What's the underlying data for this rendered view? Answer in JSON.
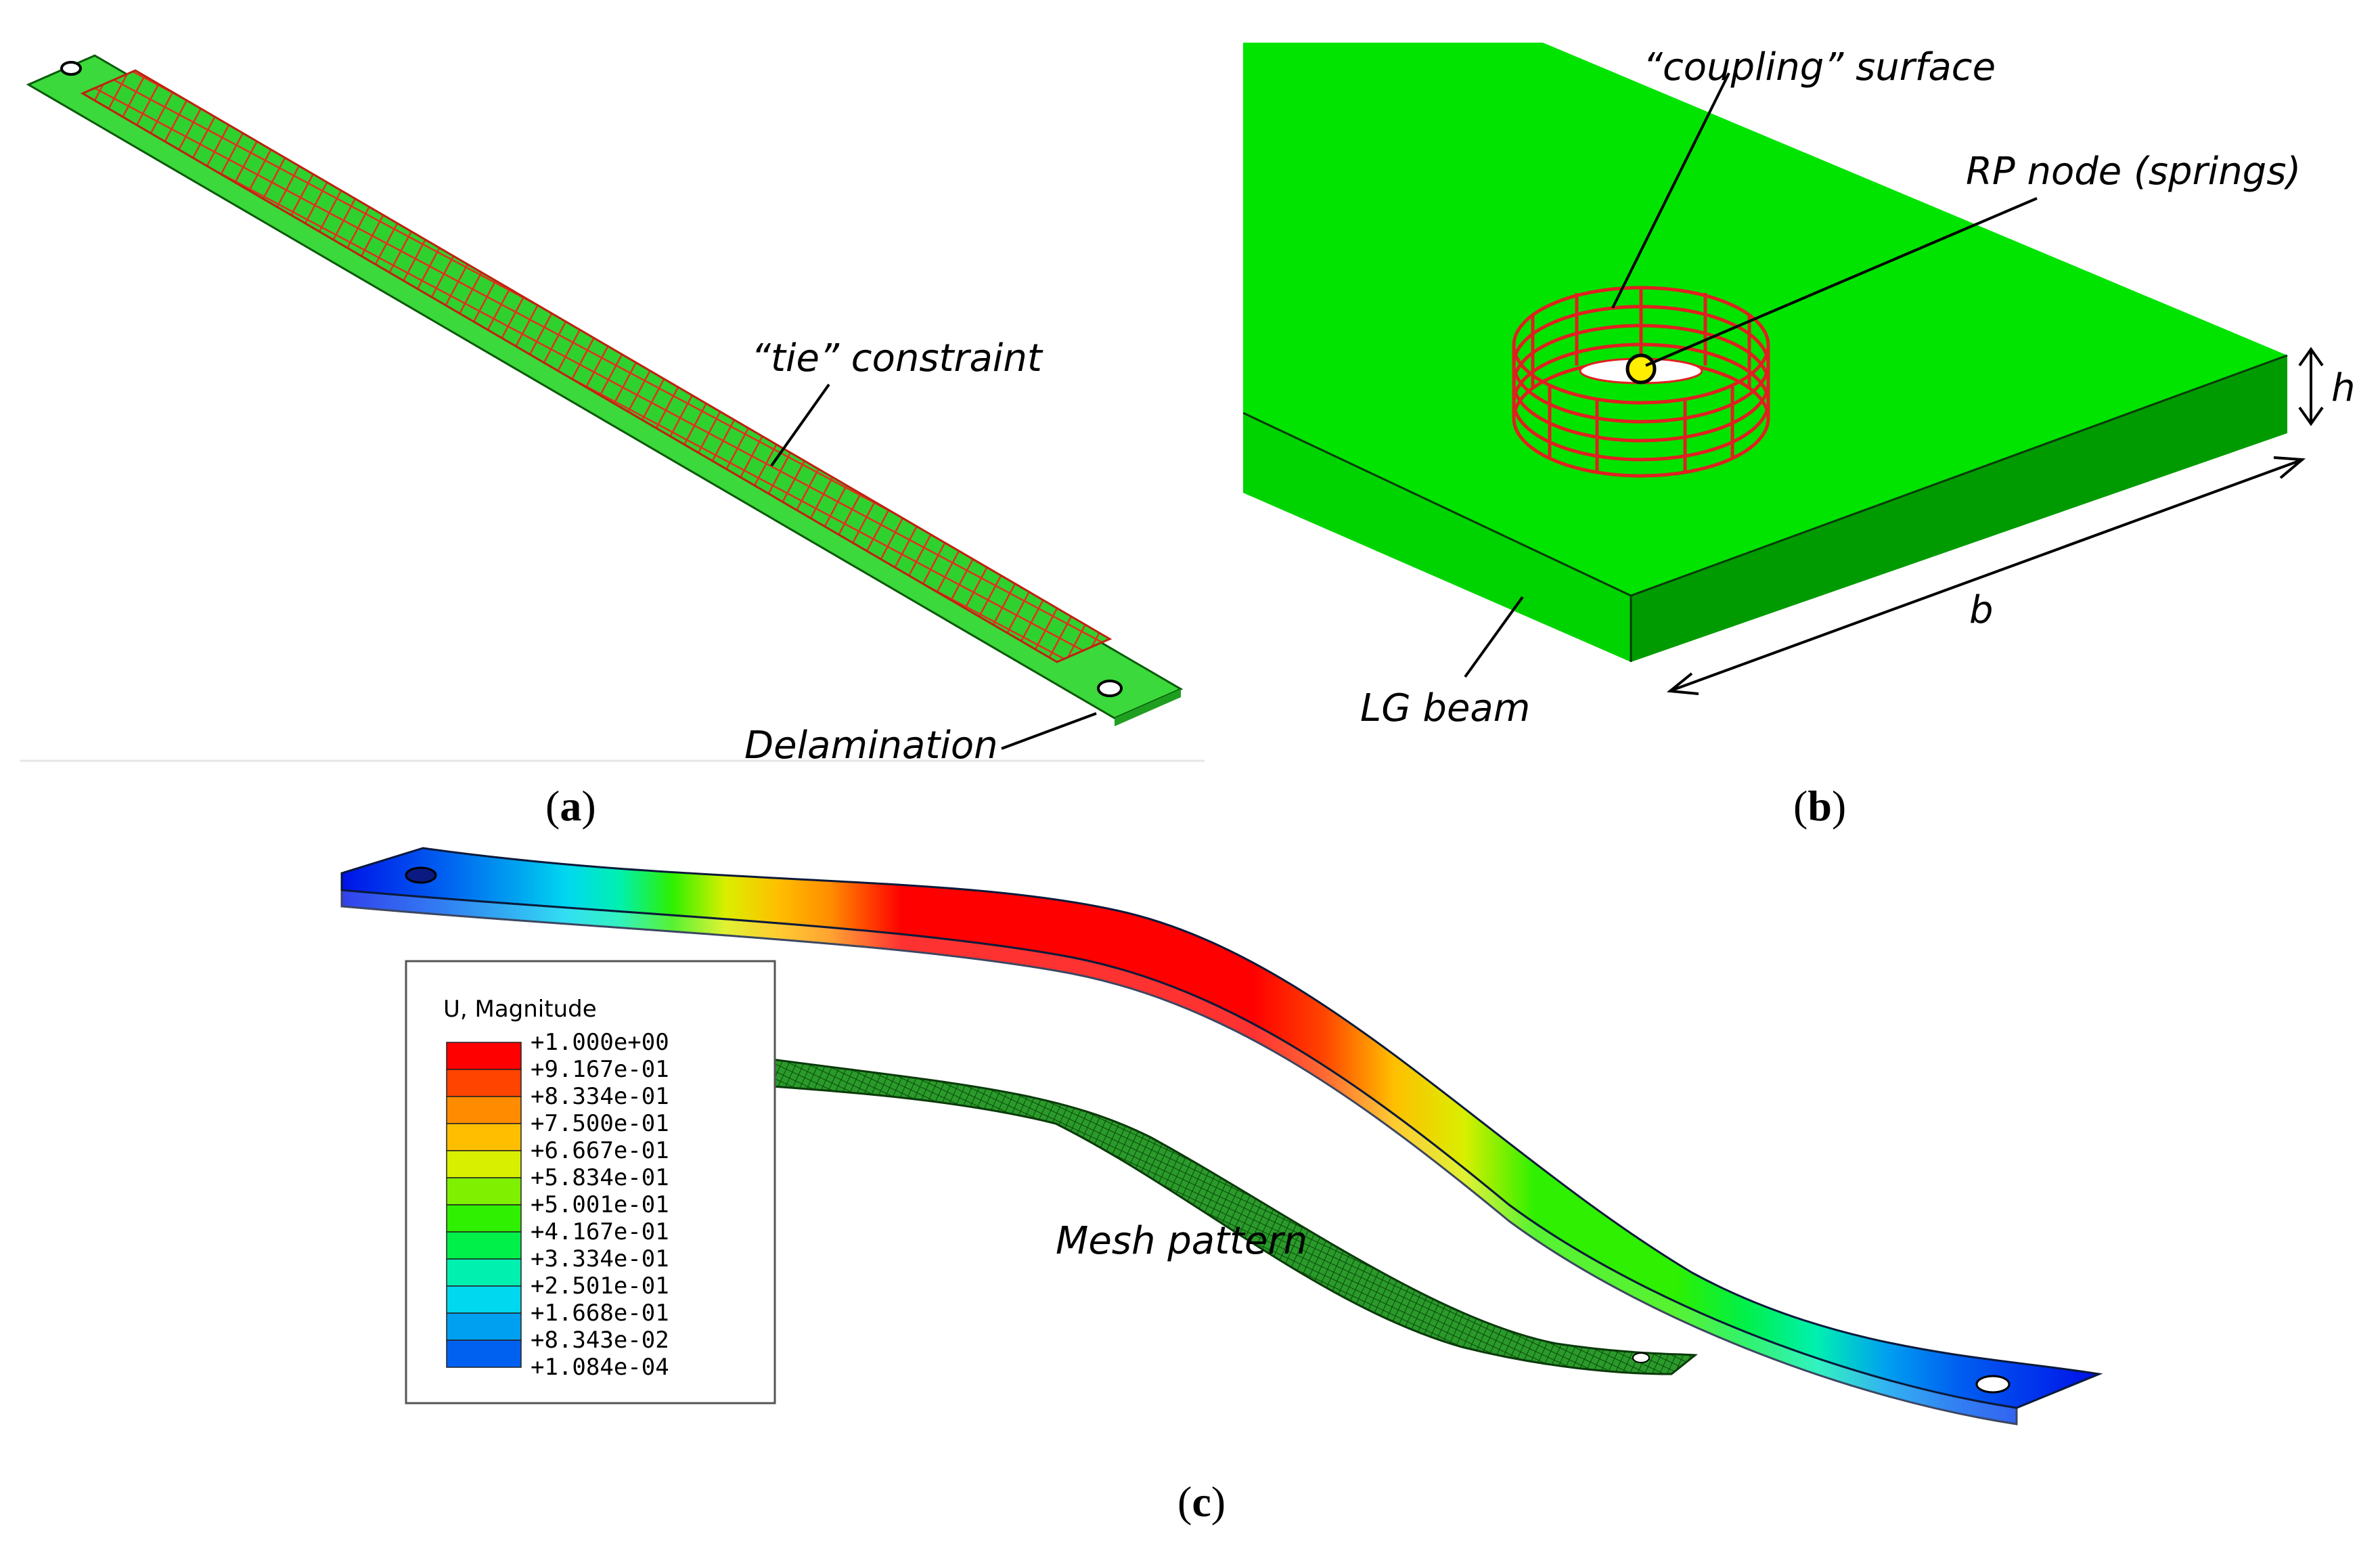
{
  "panel_a": {
    "tie_label": "“tie” constraint",
    "delamination_label": "Delamination",
    "caption_open": "(",
    "caption_letter": "a",
    "caption_close": ")"
  },
  "panel_b": {
    "coupling_label": "“coupling” surface",
    "rp_label": "RP node (springs)",
    "h_label": "h",
    "b_label": "b",
    "beam_label": "LG beam",
    "caption_open": "(",
    "caption_letter": "b",
    "caption_close": ")"
  },
  "panel_c": {
    "mesh_label": "Mesh pattern",
    "caption_open": "(",
    "caption_letter": "c",
    "caption_close": ")",
    "legend": {
      "title": "U, Magnitude",
      "values": [
        "+1.000e+00",
        "+9.167e-01",
        "+8.334e-01",
        "+7.500e-01",
        "+6.667e-01",
        "+5.834e-01",
        "+5.001e-01",
        "+4.167e-01",
        "+3.334e-01",
        "+2.501e-01",
        "+1.668e-01",
        "+8.343e-02",
        "+1.084e-04"
      ],
      "colors": [
        "#ff0000",
        "#ff4400",
        "#ff8c00",
        "#ffbf00",
        "#d9ef00",
        "#7ff000",
        "#2ef000",
        "#00f04a",
        "#00f0b0",
        "#00d8f0",
        "#00a0f0",
        "#0060f0",
        "#0010e8"
      ]
    }
  },
  "colors": {
    "beam_green": "#00e600",
    "beam_dark_green": "#009b00",
    "mesh_red": "#e0301e",
    "rp_yellow": "#ffee00",
    "mesh_green": "#1e8a1e"
  }
}
